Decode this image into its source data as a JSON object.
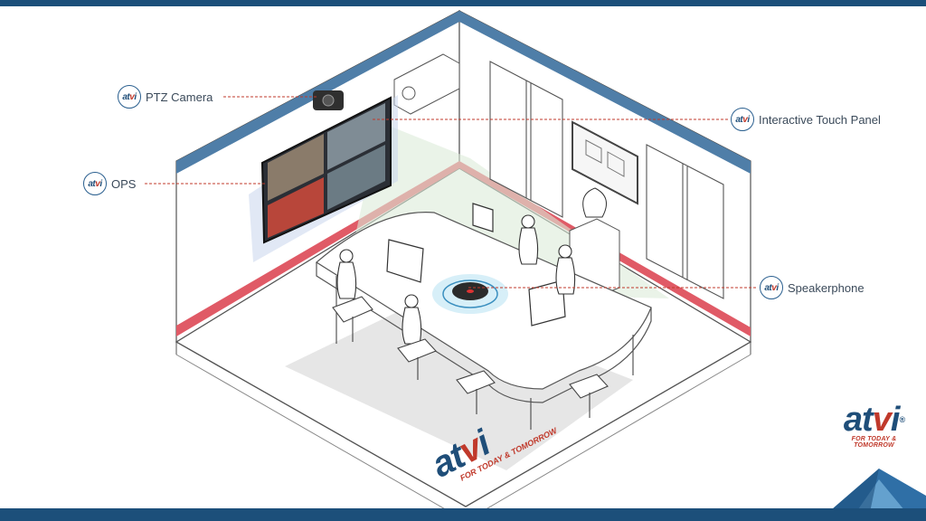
{
  "callouts": {
    "ptz_camera": "PTZ Camera",
    "ops": "OPS",
    "interactive_touch_panel": "Interactive Touch Panel",
    "speakerphone": "Speakerphone"
  },
  "logo": {
    "text": "atvi",
    "tagline": "FOR TODAY & TOMORROW",
    "registered": "®"
  },
  "colors": {
    "brand_blue": "#1f4e79",
    "brand_red": "#c0392b",
    "wall_top_band": "#4f7ea8",
    "wall_bottom_band": "#e05a66",
    "callout_line": "#c0392b"
  }
}
